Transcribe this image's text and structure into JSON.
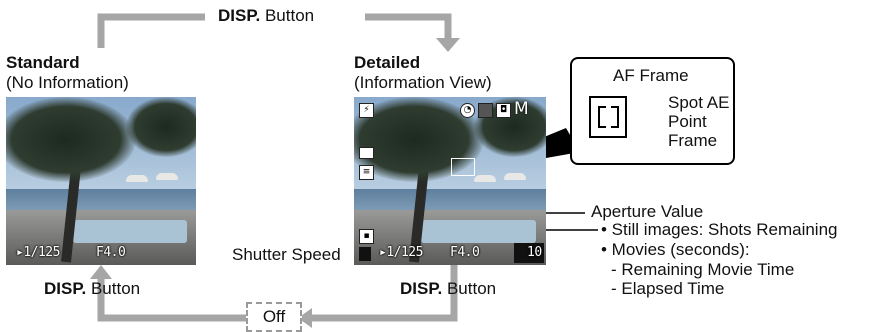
{
  "top_button": {
    "disp": "DISP.",
    "label": "Button"
  },
  "left_button": {
    "disp": "DISP.",
    "label": "Button"
  },
  "right_button": {
    "disp": "DISP.",
    "label": "Button"
  },
  "standard": {
    "title": "Standard",
    "subtitle": "(No Information)"
  },
  "detailed": {
    "title": "Detailed",
    "subtitle": "(Information View)"
  },
  "off_label": "Off",
  "standard_screen": {
    "shutter": "▸1/125",
    "aperture": "F4.0"
  },
  "detailed_screen": {
    "shutter": "▸1/125",
    "aperture": "F4.0",
    "shots": "10",
    "mode": "M"
  },
  "callout": {
    "af_frame": "AF Frame",
    "spot_ae_line1": "Spot AE",
    "spot_ae_line2": "Point",
    "spot_ae_line3": "Frame"
  },
  "labels": {
    "aperture_value": "Aperture Value",
    "shutter_speed": "Shutter Speed",
    "bullet1": "• Still images: Shots Remaining",
    "bullet2": "• Movies (seconds):",
    "sub1": "- Remaining Movie Time",
    "sub2": "- Elapsed Time"
  },
  "colors": {
    "arrow": "#a6a6a6",
    "text": "#111111",
    "dashed_border": "#9a9a9a"
  }
}
